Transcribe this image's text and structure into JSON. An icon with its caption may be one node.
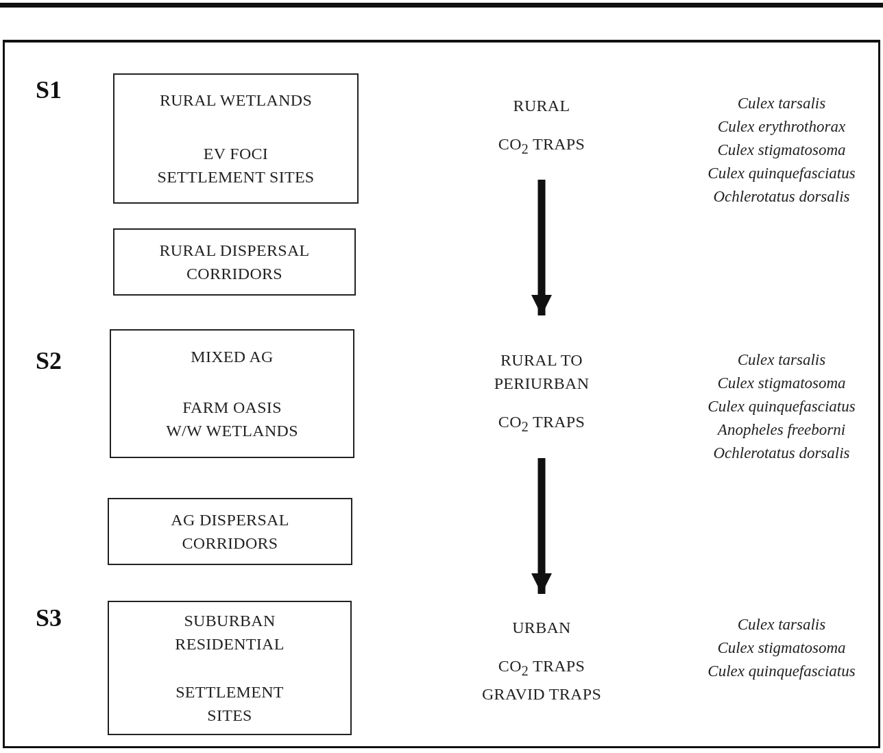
{
  "diagram": {
    "nodes": [
      {
        "text": [
          "RURAL WETLANDS",
          "EV FOCI SETTLEMENT SITES"
        ]
      },
      {
        "text": [
          "RURAL DISPERSAL CORRIDORS"
        ]
      },
      {
        "text": [
          "MIXED AG",
          "FARM OASIS W/W WETLANDS"
        ]
      },
      {
        "text": [
          "AG DISPERSAL CORRIDORS"
        ]
      },
      {
        "text": [
          "SUBURBAN RESIDENTIAL",
          "SETTLEMENT SITES"
        ]
      },
      {
        "text": [
          "RURAL",
          "CO$_{2}$ TRAPS"
        ]
      },
      {
        "text": [
          "RURAL TO PERIURBAN",
          "CO$_{2}$ TRAPS"
        ]
      },
      {
        "text": [
          "URBAN",
          "CO$_{2}$ TRAPS GRAVID TRAPS"
        ]
      }
    ],
    "edges": [
      {
        "from": 5,
        "to": 6,
        "arrow": "to"
      },
      {
        "from": 6,
        "to": 7,
        "arrow": "to"
      }
    ],
    "labels": [
      "S1",
      "Culex tarsalis",
      "Culex erythrothorax",
      "Culex stigmatosoma",
      "Culex quinquefasciatus",
      "Ochlerotatus dorsalis",
      "S2",
      "Culex tarsalis",
      "Culex stigmatosoma",
      "Culex quinquefasciatus",
      "Anopheles freeborni",
      "Ochlerotatus dorsalis",
      "S3",
      "Culex tarsalis",
      "Culex stigmatosoma",
      "Culex quinquefasciatus"
    ]
  }
}
